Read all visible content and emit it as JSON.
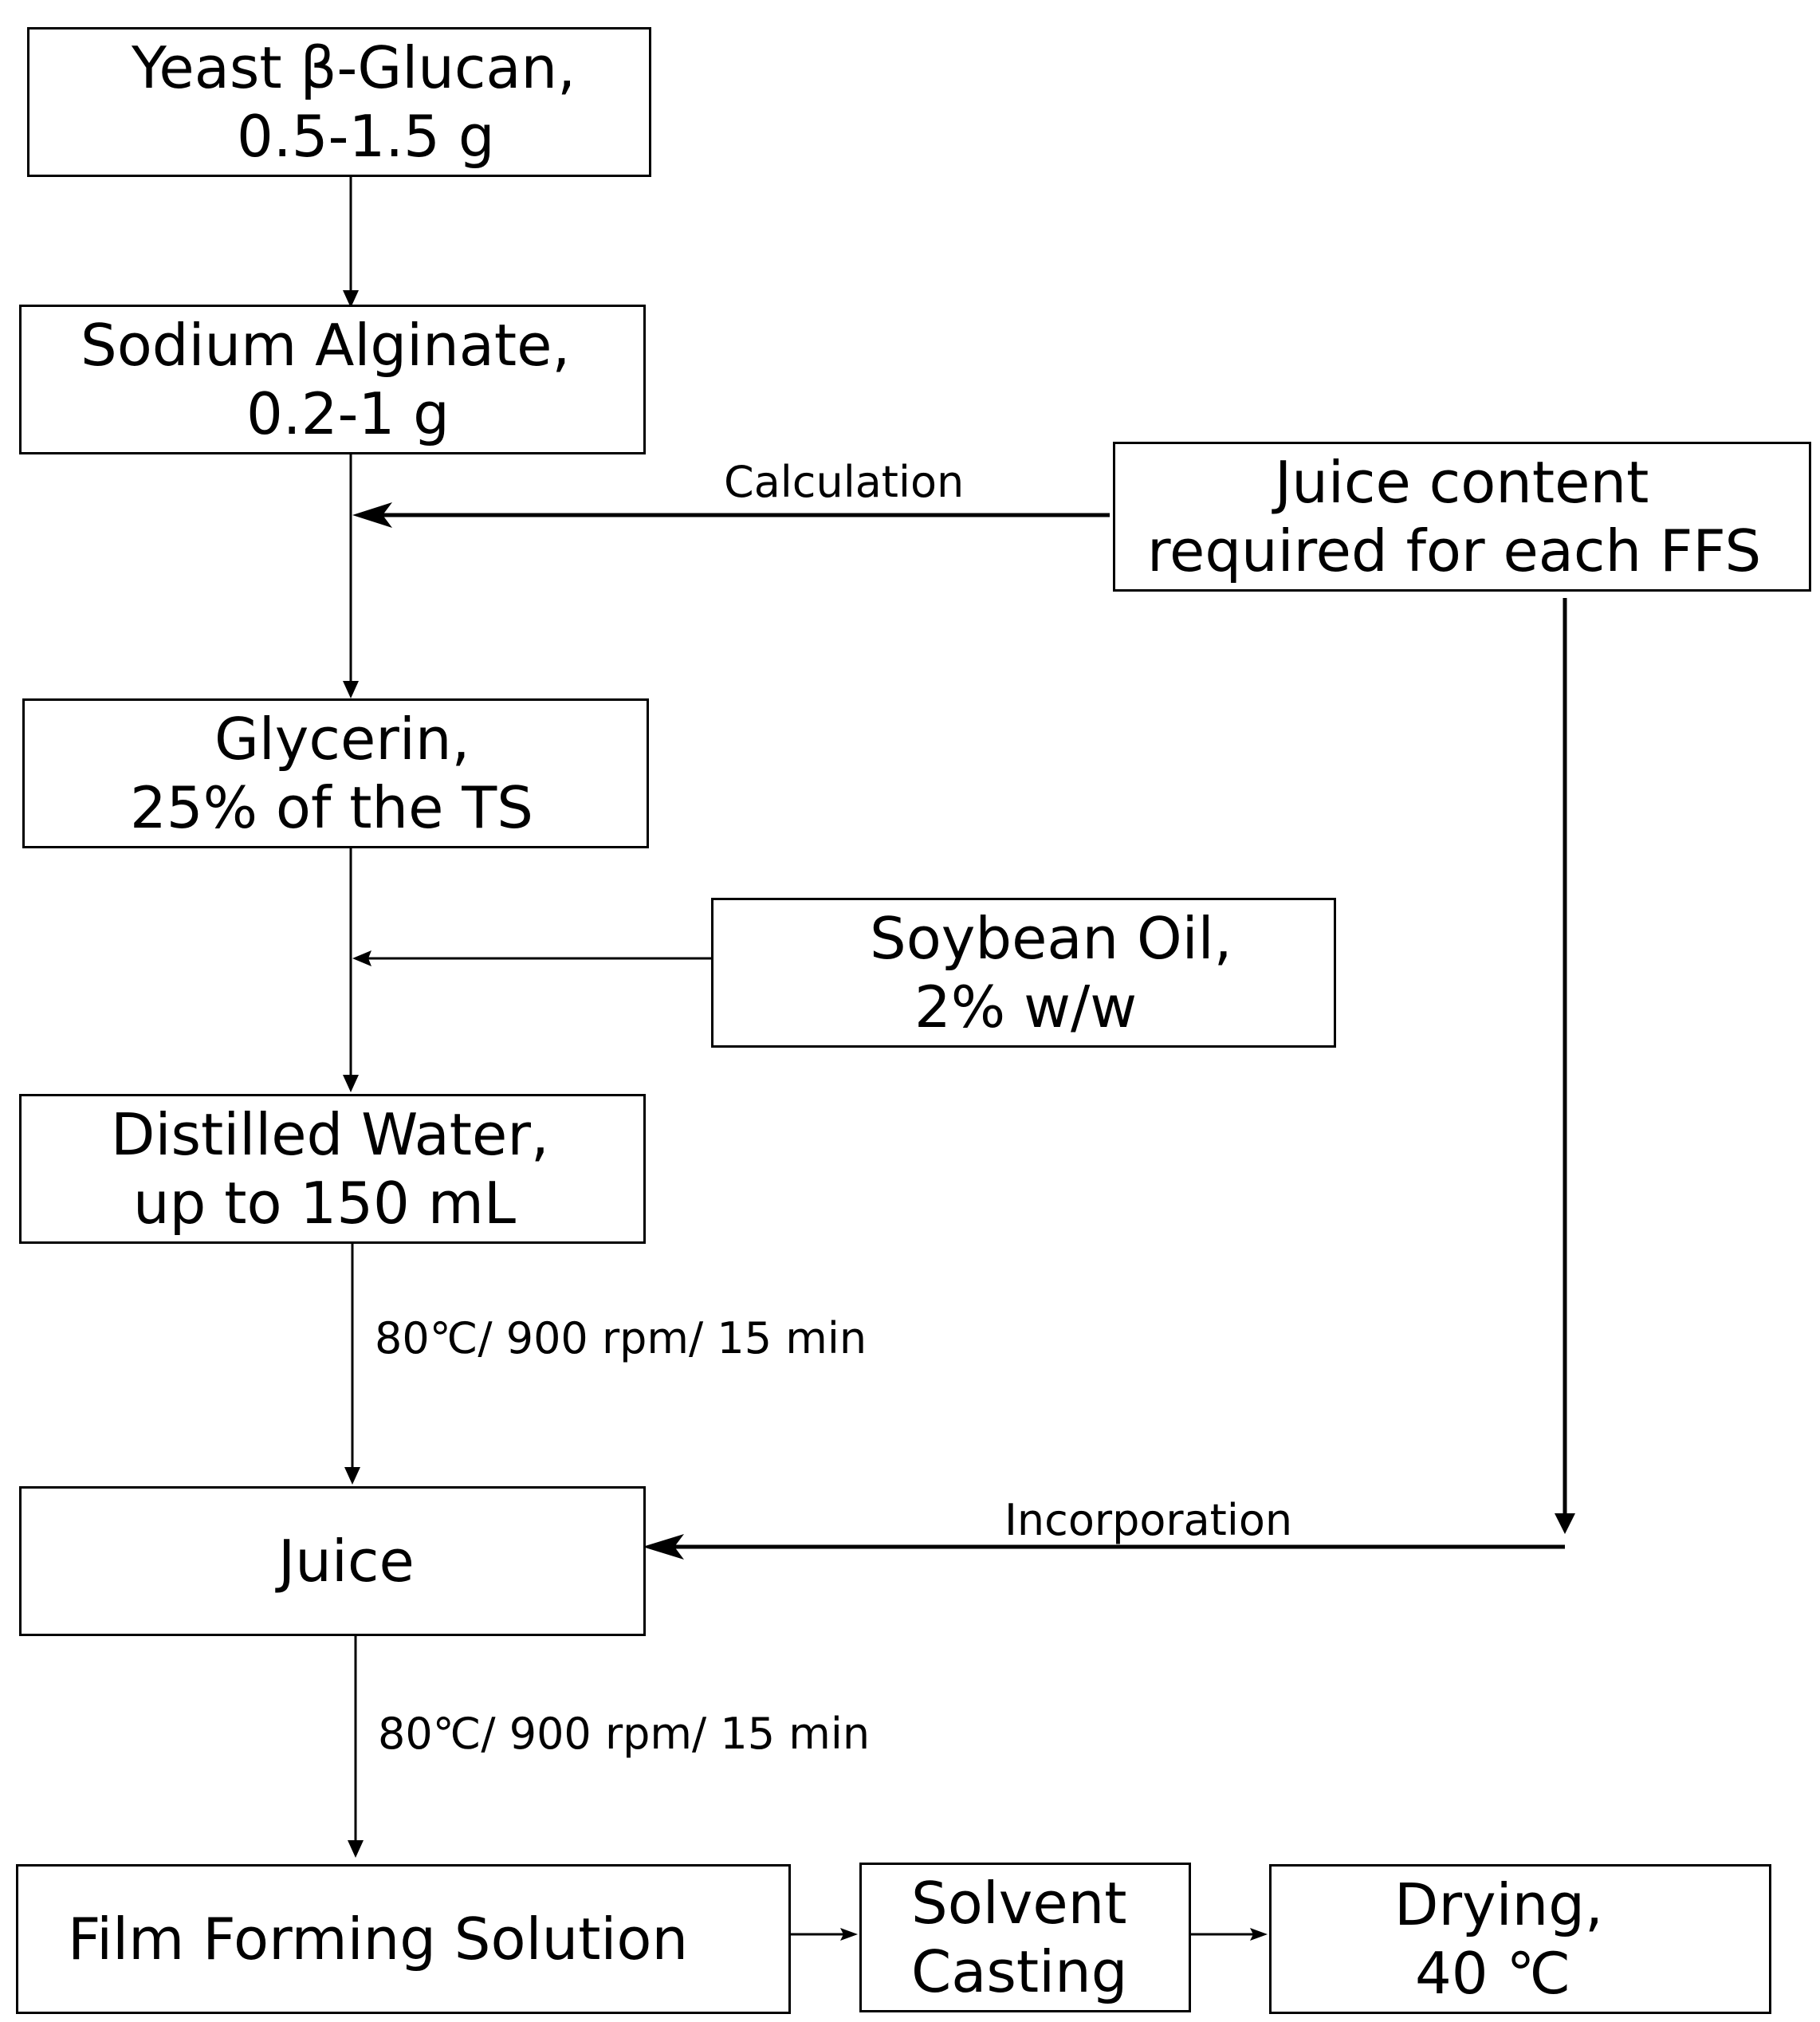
{
  "nodes": {
    "yeast": {
      "line1": "Yeast β-Glucan,",
      "line2": "0.5-1.5 g"
    },
    "alginate": {
      "line1": "Sodium Alginate,",
      "line2": "0.2-1 g"
    },
    "juice_content": {
      "line1": "Juice content",
      "line2": "required for each FFS"
    },
    "glycerin": {
      "line1": "Glycerin,",
      "line2": "25% of the TS"
    },
    "soybean": {
      "line1": "Soybean Oil,",
      "line2": "2% w/w"
    },
    "water": {
      "line1": "Distilled Water,",
      "line2": "up to 150 mL"
    },
    "juice": {
      "label": "Juice"
    },
    "ffs": {
      "label": "Film Forming Solution"
    },
    "casting": {
      "line1": "Solvent",
      "line2": "Casting"
    },
    "drying": {
      "line1": "Drying,",
      "line2": "40 ℃"
    }
  },
  "edges": {
    "calculation": "Calculation",
    "incorporation": "Incorporation",
    "mix1": "80℃/ 900 rpm/ 15 min",
    "mix2": "80℃/ 900 rpm/ 15 min"
  }
}
